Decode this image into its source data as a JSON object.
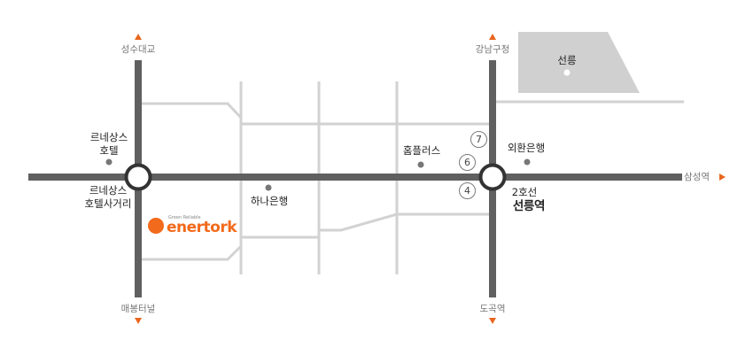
{
  "directions": {
    "north_left": "성수대교",
    "south_left": "매봉터널",
    "north_right": "강남구청",
    "south_right": "도곡역",
    "east": "삼성역"
  },
  "places": {
    "renaissance_hotel": "르네상스\n호텔",
    "renaissance_intersection": "르네상스\n호텔사거리",
    "hana_bank": "하나은행",
    "homeplus": "홈플러스",
    "korea_exchange_bank": "외환은행",
    "seolleung_park": "선릉",
    "line2": "2호선",
    "seolleung_station": "선릉역"
  },
  "exits": [
    "7",
    "6",
    "4"
  ],
  "logo": {
    "tagline": "Green Reliable",
    "wordmark": "enertork"
  },
  "colors": {
    "main_road": "#606060",
    "minor_road": "#d2d2d2",
    "park": "#d0d0d0",
    "arrow": "#e8651e",
    "brand": "#f26a1b"
  }
}
